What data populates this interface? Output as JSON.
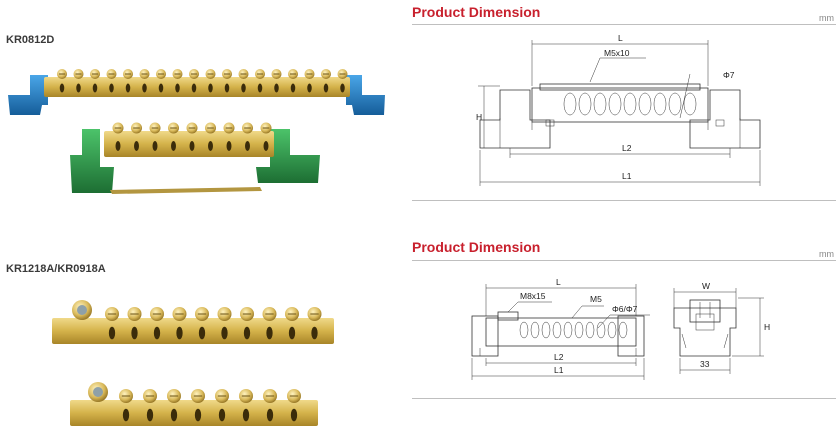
{
  "section1": {
    "model": "KR0812D",
    "heading": "Product Dimension",
    "unit": "mm",
    "labels": {
      "L": "L",
      "thread": "M5x10",
      "phi": "Φ7",
      "H": "H",
      "L2": "L2",
      "L1": "L1"
    }
  },
  "section2": {
    "model": "KR1218A/KR0918A",
    "heading": "Product Dimension",
    "unit": "mm",
    "labels": {
      "L": "L",
      "big_thread": "M8x15",
      "thread": "M5",
      "phi": "Φ6/Φ7",
      "L2": "L2",
      "L1": "L1",
      "W": "W",
      "H": "H",
      "width_value": "33"
    }
  },
  "colors": {
    "heading": "#c8202d",
    "brass": "#d4b24a",
    "blue": "#1f7fc8",
    "green": "#2a9a48"
  }
}
